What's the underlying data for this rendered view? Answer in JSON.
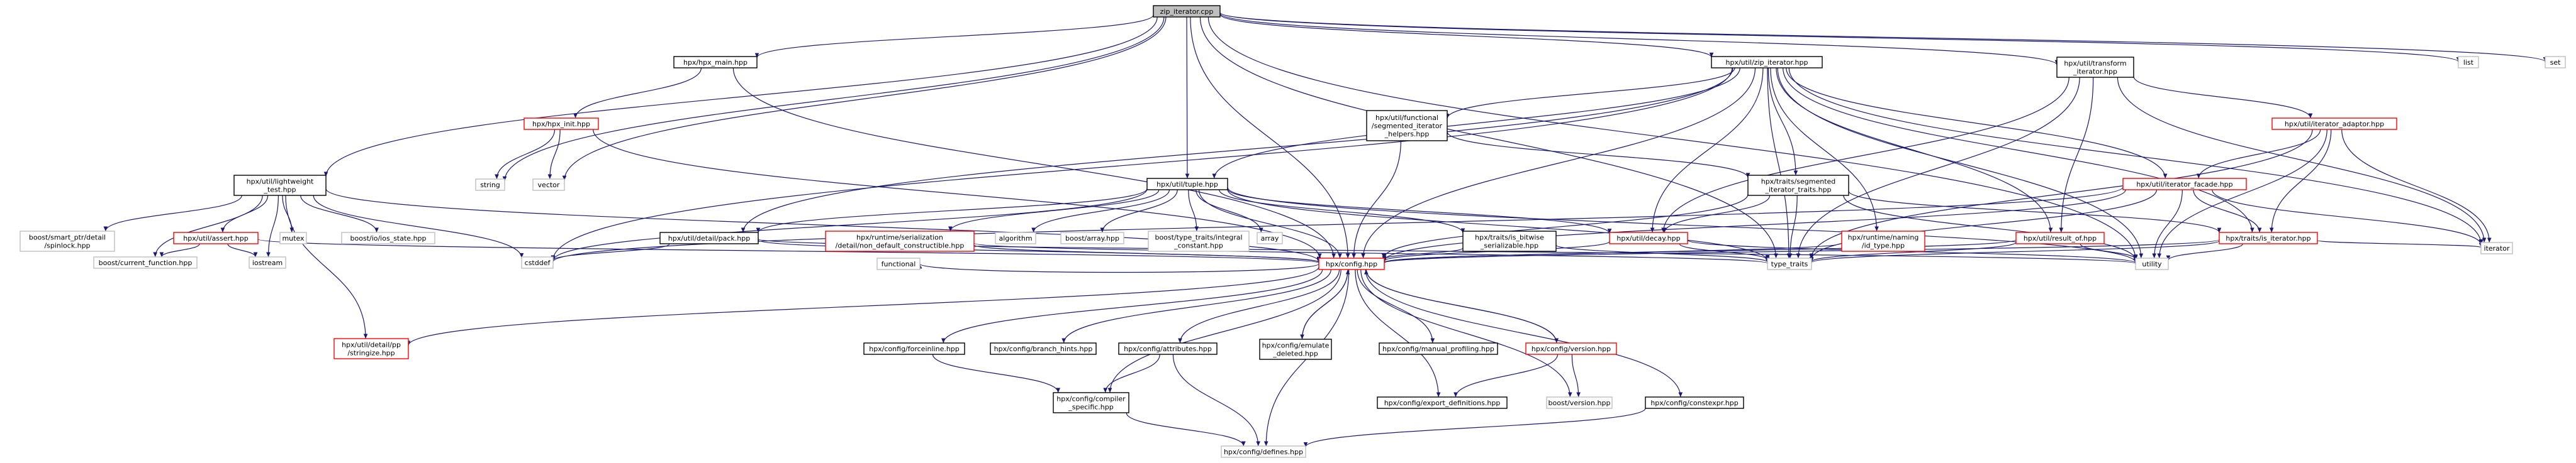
{
  "colors": {
    "edge": "#191970",
    "border_default": "#000000",
    "border_missing": "#bfbfbf",
    "border_truncated": "#ff0000",
    "fill_default": "#ffffff",
    "fill_root": "#bfbfbf"
  },
  "nodes": [
    {
      "id": "root",
      "lines": [
        "zip_iterator.cpp"
      ],
      "kind": "root"
    },
    {
      "id": "list",
      "lines": [
        "list"
      ],
      "kind": "missing"
    },
    {
      "id": "set",
      "lines": [
        "set"
      ],
      "kind": "missing"
    },
    {
      "id": "hpx_main",
      "lines": [
        "hpx/hpx_main.hpp"
      ],
      "kind": "normal"
    },
    {
      "id": "zip_iter",
      "lines": [
        "hpx/util/zip_iterator.hpp"
      ],
      "kind": "normal"
    },
    {
      "id": "transform",
      "lines": [
        "hpx/util/transform",
        "_iterator.hpp"
      ],
      "kind": "normal"
    },
    {
      "id": "hpx_init",
      "lines": [
        "hpx/hpx_init.hpp"
      ],
      "kind": "truncated"
    },
    {
      "id": "seg_helpers",
      "lines": [
        "hpx/util/functional",
        "/segmented_iterator",
        "_helpers.hpp"
      ],
      "kind": "normal"
    },
    {
      "id": "iter_adaptor",
      "lines": [
        "hpx/util/iterator_adaptor.hpp"
      ],
      "kind": "truncated"
    },
    {
      "id": "lightweight",
      "lines": [
        "hpx/util/lightweight",
        "_test.hpp"
      ],
      "kind": "normal"
    },
    {
      "id": "string",
      "lines": [
        "string"
      ],
      "kind": "missing"
    },
    {
      "id": "vector",
      "lines": [
        "vector"
      ],
      "kind": "missing"
    },
    {
      "id": "tuple",
      "lines": [
        "hpx/util/tuple.hpp"
      ],
      "kind": "normal"
    },
    {
      "id": "seg_traits",
      "lines": [
        "hpx/traits/segmented",
        "_iterator_traits.hpp"
      ],
      "kind": "normal"
    },
    {
      "id": "iter_facade",
      "lines": [
        "hpx/util/iterator_facade.hpp"
      ],
      "kind": "truncated"
    },
    {
      "id": "smart_ptr",
      "lines": [
        "boost/smart_ptr/detail",
        "/spinlock.hpp"
      ],
      "kind": "missing"
    },
    {
      "id": "assert",
      "lines": [
        "hpx/util/assert.hpp"
      ],
      "kind": "truncated"
    },
    {
      "id": "mutex",
      "lines": [
        "mutex"
      ],
      "kind": "missing"
    },
    {
      "id": "io_state",
      "lines": [
        "boost/io/ios_state.hpp"
      ],
      "kind": "missing"
    },
    {
      "id": "pack",
      "lines": [
        "hpx/util/detail/pack.hpp"
      ],
      "kind": "normal"
    },
    {
      "id": "non_default",
      "lines": [
        "hpx/runtime/serialization",
        "/detail/non_default_constructible.hpp"
      ],
      "kind": "truncated"
    },
    {
      "id": "algorithm",
      "lines": [
        "algorithm"
      ],
      "kind": "missing"
    },
    {
      "id": "boost_array",
      "lines": [
        "boost/array.hpp"
      ],
      "kind": "missing"
    },
    {
      "id": "type_traits_int",
      "lines": [
        "boost/type_traits/integral",
        "_constant.hpp"
      ],
      "kind": "missing"
    },
    {
      "id": "array",
      "lines": [
        "array"
      ],
      "kind": "missing"
    },
    {
      "id": "bitwise",
      "lines": [
        "hpx/traits/is_bitwise",
        "_serializable.hpp"
      ],
      "kind": "normal"
    },
    {
      "id": "decay",
      "lines": [
        "hpx/util/decay.hpp"
      ],
      "kind": "truncated"
    },
    {
      "id": "naming",
      "lines": [
        "hpx/runtime/naming",
        "/id_type.hpp"
      ],
      "kind": "truncated"
    },
    {
      "id": "result_of",
      "lines": [
        "hpx/util/result_of.hpp"
      ],
      "kind": "truncated"
    },
    {
      "id": "is_iterator",
      "lines": [
        "hpx/traits/is_iterator.hpp"
      ],
      "kind": "truncated"
    },
    {
      "id": "iterator",
      "lines": [
        "iterator"
      ],
      "kind": "missing"
    },
    {
      "id": "current_function",
      "lines": [
        "boost/current_function.hpp"
      ],
      "kind": "missing"
    },
    {
      "id": "iostream",
      "lines": [
        "iostream"
      ],
      "kind": "missing"
    },
    {
      "id": "cstddef",
      "lines": [
        "cstddef"
      ],
      "kind": "missing"
    },
    {
      "id": "functional",
      "lines": [
        "functional"
      ],
      "kind": "missing"
    },
    {
      "id": "config",
      "lines": [
        "hpx/config.hpp"
      ],
      "kind": "truncated"
    },
    {
      "id": "type_traits",
      "lines": [
        "type_traits"
      ],
      "kind": "missing"
    },
    {
      "id": "utility",
      "lines": [
        "utility"
      ],
      "kind": "missing"
    },
    {
      "id": "stringize",
      "lines": [
        "hpx/util/detail/pp",
        "/stringize.hpp"
      ],
      "kind": "truncated"
    },
    {
      "id": "forceinline",
      "lines": [
        "hpx/config/forceinline.hpp"
      ],
      "kind": "normal"
    },
    {
      "id": "branch_hints",
      "lines": [
        "hpx/config/branch_hints.hpp"
      ],
      "kind": "normal"
    },
    {
      "id": "attributes",
      "lines": [
        "hpx/config/attributes.hpp"
      ],
      "kind": "normal"
    },
    {
      "id": "emulate_deleted",
      "lines": [
        "hpx/config/emulate",
        "_deleted.hpp"
      ],
      "kind": "normal"
    },
    {
      "id": "manual_profiling",
      "lines": [
        "hpx/config/manual_profiling.hpp"
      ],
      "kind": "normal"
    },
    {
      "id": "version",
      "lines": [
        "hpx/config/version.hpp"
      ],
      "kind": "truncated"
    },
    {
      "id": "constexpr",
      "lines": [
        "hpx/config/constexpr.hpp"
      ],
      "kind": "normal"
    },
    {
      "id": "compiler_specific",
      "lines": [
        "hpx/config/compiler",
        "_specific.hpp"
      ],
      "kind": "normal"
    },
    {
      "id": "export_defs",
      "lines": [
        "hpx/config/export_definitions.hpp"
      ],
      "kind": "normal"
    },
    {
      "id": "boost_version",
      "lines": [
        "boost/version.hpp"
      ],
      "kind": "missing"
    },
    {
      "id": "defines",
      "lines": [
        "hpx/config/defines.hpp"
      ],
      "kind": "missing"
    }
  ]
}
